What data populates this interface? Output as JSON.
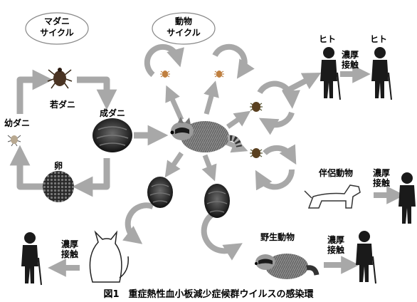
{
  "cycles": {
    "tick_cycle": {
      "line1": "マダニ",
      "line2": "サイクル"
    },
    "animal_cycle": {
      "line1": "動物",
      "line2": "サイクル"
    }
  },
  "labels": {
    "nymph": "若ダニ",
    "adult": "成ダニ",
    "larva": "幼ダニ",
    "egg": "卵",
    "human_top_left": "ヒト",
    "human_top_right": "ヒト",
    "close_contact_top": {
      "line1": "濃厚",
      "line2": "接触"
    },
    "companion_animal": "伴侶動物",
    "close_contact_mid": {
      "line1": "濃厚",
      "line2": "接触"
    },
    "wild_animal": "野生動物",
    "close_contact_bottom_right": {
      "line1": "濃厚",
      "line2": "接触"
    },
    "close_contact_bottom_left": {
      "line1": "濃厚",
      "line2": "接触"
    }
  },
  "caption": "図1　重症熱性血小板減少症候群ウイルスの感染環",
  "colors": {
    "arrow": "#a8a8a8",
    "figure": "#1a1a1a",
    "tick": "#3a2a1a"
  }
}
